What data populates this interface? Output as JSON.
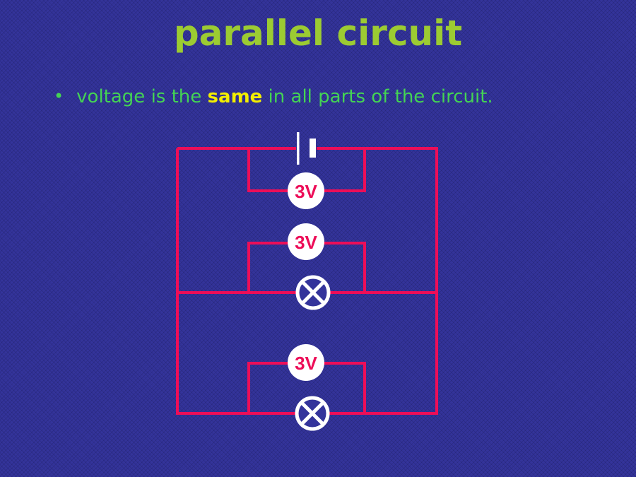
{
  "colors": {
    "background": "#34349B",
    "wire": "#ED0E58",
    "title": "#9CCB32",
    "text_green": "#44D354",
    "highlight_yellow": "#F2EE00",
    "symbol_white": "#FFFFFF"
  },
  "slide": {
    "title": "parallel circuit",
    "bullet": {
      "marker": "•",
      "segments": [
        {
          "text": "voltage is the ",
          "style": "green"
        },
        {
          "text": "same",
          "style": "yellow-bold"
        },
        {
          "text": " in all parts of the circuit.",
          "style": "green"
        }
      ]
    },
    "circuit": {
      "battery": {
        "type": "single-cell",
        "plates": 2
      },
      "voltmeters": [
        {
          "label": "3V",
          "measures": "battery"
        },
        {
          "label": "3V",
          "measures": "lamp-1"
        },
        {
          "label": "3V",
          "measures": "lamp-2"
        }
      ],
      "lamps": [
        {
          "symbol": "crossed-circle"
        },
        {
          "symbol": "crossed-circle"
        }
      ]
    }
  }
}
